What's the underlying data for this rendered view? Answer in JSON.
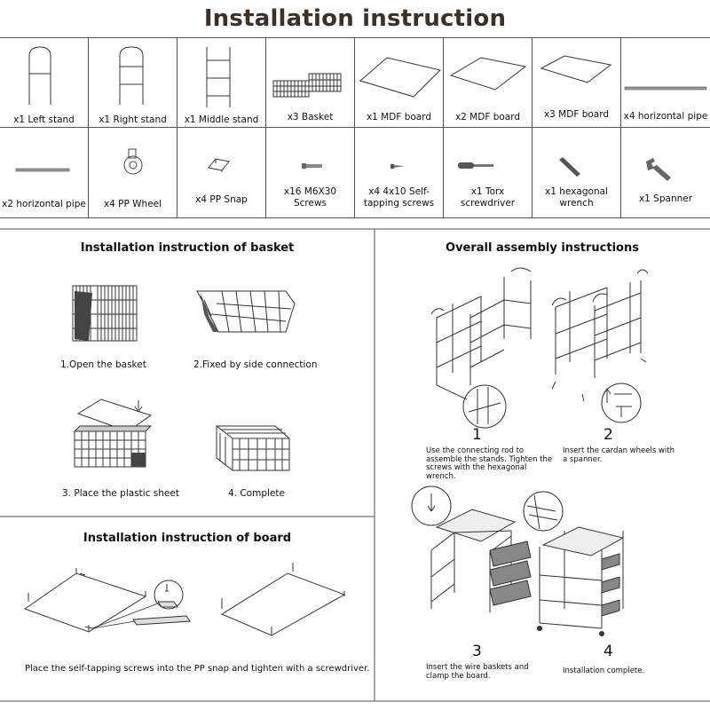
{
  "title": "Installation instruction",
  "parts": [
    {
      "label": "x1 Left stand",
      "icon": "left-stand-icon"
    },
    {
      "label": "x1 Right stand",
      "icon": "right-stand-icon"
    },
    {
      "label": "x1 Middle stand",
      "icon": "middle-stand-icon"
    },
    {
      "label": "x3 Basket",
      "icon": "basket-icon"
    },
    {
      "label": "x1 MDF board",
      "icon": "mdf-board-icon"
    },
    {
      "label": "x2 MDF board",
      "icon": "mdf-board-icon"
    },
    {
      "label": "x3 MDF board",
      "icon": "mdf-board-icon"
    },
    {
      "label": "x4 horizontal pipe",
      "icon": "horizontal-pipe-icon"
    },
    {
      "label": "x2 horizontal pipe",
      "icon": "horizontal-pipe-icon"
    },
    {
      "label": "x4 PP Wheel",
      "icon": "wheel-icon"
    },
    {
      "label": "x4 PP Snap",
      "icon": "snap-icon"
    },
    {
      "label": "x16 M6X30 Screws",
      "icon": "screw-icon"
    },
    {
      "label": "x4 4x10 Self-tapping screws",
      "icon": "self-tapping-screw-icon"
    },
    {
      "label": "x1 Torx screwdriver",
      "icon": "screwdriver-icon"
    },
    {
      "label": "x1 hexagonal wrench",
      "icon": "hex-wrench-icon"
    },
    {
      "label": "x1 Spanner",
      "icon": "spanner-icon"
    }
  ],
  "basket": {
    "heading": "Installation instruction of basket",
    "steps": [
      "1.Open the basket",
      "2.Fixed by side connection",
      "3. Place the plastic sheet",
      "4. Complete"
    ]
  },
  "board": {
    "heading": "Installation instruction of board",
    "caption": "Place the self-tapping screws into the PP snap and tighten with a screwdriver."
  },
  "overall": {
    "heading": "Overall assembly instructions",
    "steps": [
      {
        "num": "1",
        "text": "Use the connecting rod to assemble the stands. Tighten the screws with the hexagonal wrench."
      },
      {
        "num": "2",
        "text": "Insert the cardan wheels with a spanner."
      },
      {
        "num": "3",
        "text": "Insert the wire baskets and clamp the board."
      },
      {
        "num": "4",
        "text": "Installation complete."
      }
    ]
  }
}
